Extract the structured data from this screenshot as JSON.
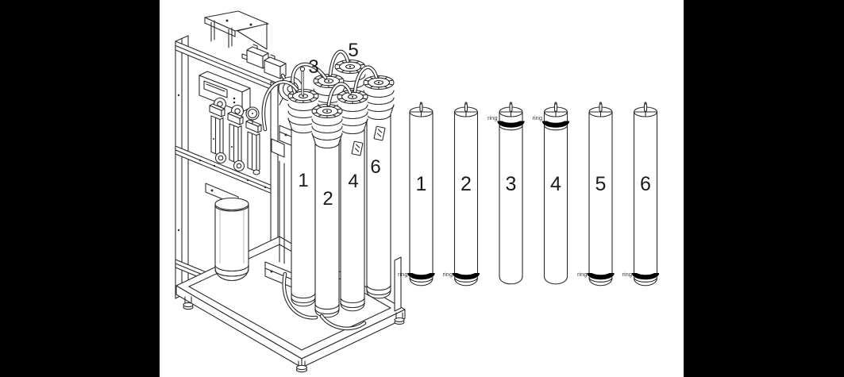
{
  "figure": {
    "type": "technical-line-diagram",
    "subject": "reverse-osmosis unit with six membrane vessels and six standalone membrane elements"
  },
  "colors": {
    "background": "#ffffff",
    "side_bars": "#000000",
    "line": "#2a2a2a",
    "ring_band": "#000000"
  },
  "machine": {
    "labels": [
      {
        "text": "1"
      },
      {
        "text": "2"
      },
      {
        "text": "3"
      },
      {
        "text": "4"
      },
      {
        "text": "5"
      },
      {
        "text": "6"
      }
    ]
  },
  "cylinders": {
    "ring_label": "ring",
    "items": [
      {
        "number": "1",
        "ring_position": "bottom"
      },
      {
        "number": "2",
        "ring_position": "bottom"
      },
      {
        "number": "3",
        "ring_position": "top"
      },
      {
        "number": "4",
        "ring_position": "top"
      },
      {
        "number": "5",
        "ring_position": "bottom"
      },
      {
        "number": "6",
        "ring_position": "bottom"
      }
    ]
  }
}
